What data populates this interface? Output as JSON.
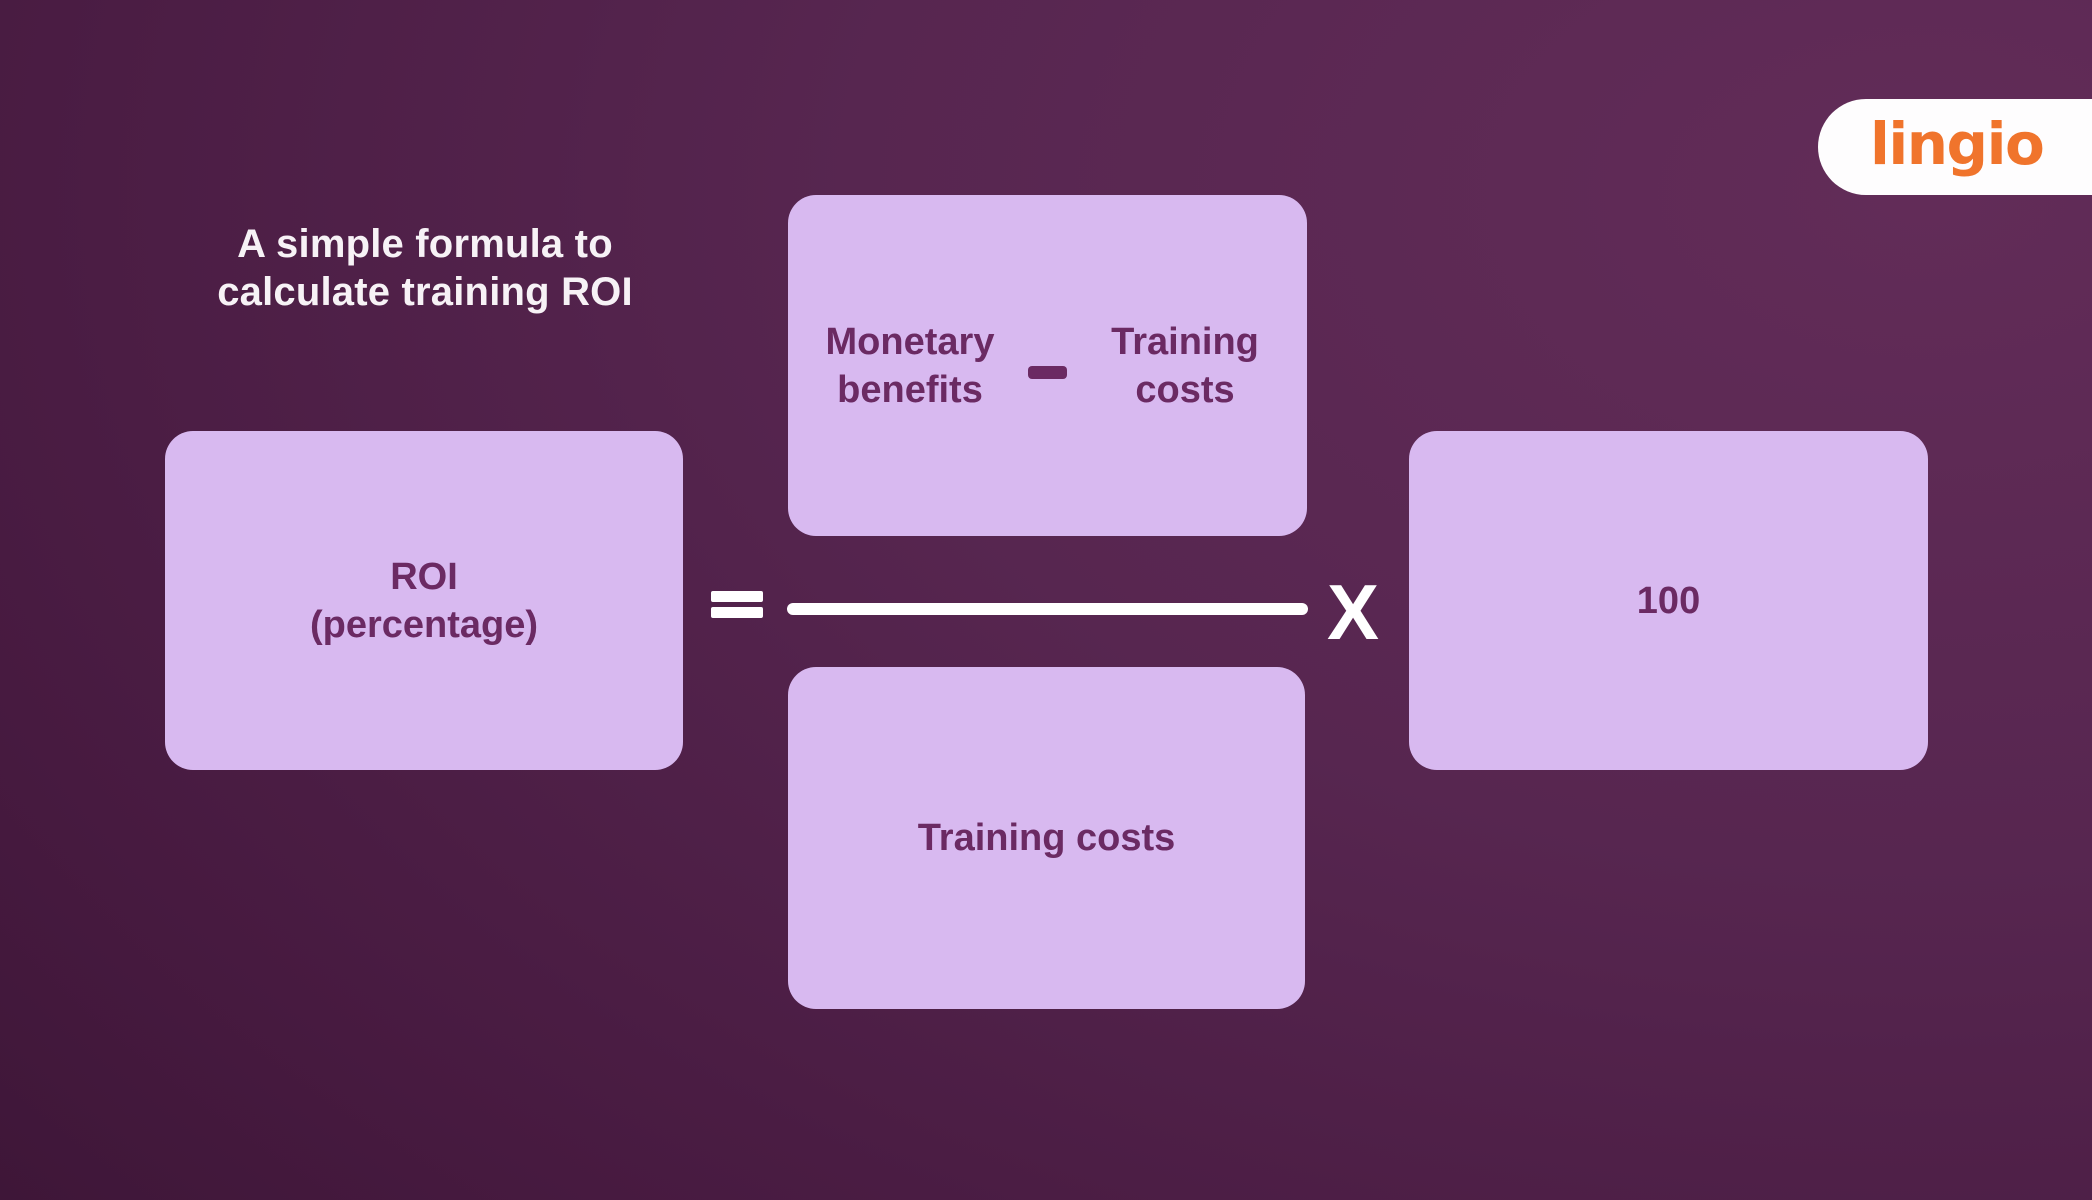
{
  "title": {
    "line1": "A simple formula to",
    "line2": "calculate training ROI"
  },
  "logo": {
    "text": "lingio"
  },
  "formula": {
    "result": {
      "line1": "ROI",
      "line2": "(percentage)"
    },
    "numerator": {
      "left_term": "Monetary benefits",
      "minus_symbol": "−",
      "right_term": "Training costs"
    },
    "denominator": "Training costs",
    "multiplier": "100",
    "equals_symbol": "=",
    "times_symbol": "X"
  },
  "colors": {
    "box-bg": "#d8b9f0",
    "box-text": "#6b2a63",
    "title-text": "#f7f2f6",
    "logo-orange": "#f0742c",
    "logo-bg": "#fefdfe",
    "operator-white": "#ffffff",
    "bg-light": "#622c58",
    "bg-mid": "#471a40",
    "bg-dark": "#2d0f28"
  }
}
